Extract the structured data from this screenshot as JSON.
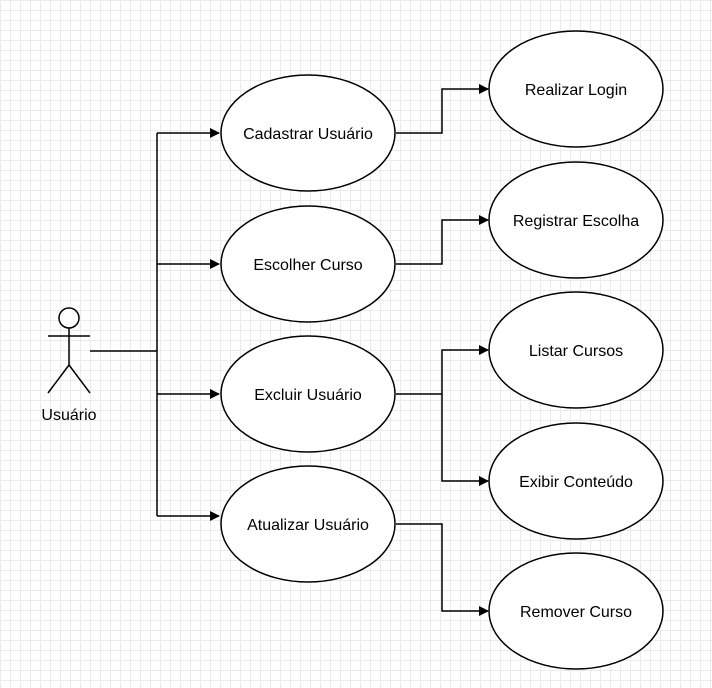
{
  "actor": {
    "name": "Usuário"
  },
  "use_cases": {
    "cadastrar": "Cadastrar Usuário",
    "escolher": "Escolher Curso",
    "excluir": "Excluir Usuário",
    "atualizar": "Atualizar Usuário",
    "login": "Realizar Login",
    "registrar": "Registrar Escolha",
    "listar": "Listar Cursos",
    "exibir": "Exibir Conteúdo",
    "remover": "Remover Curso"
  },
  "colors": {
    "stroke": "#000000",
    "fill": "#ffffff",
    "grid": "#ebebeb"
  }
}
